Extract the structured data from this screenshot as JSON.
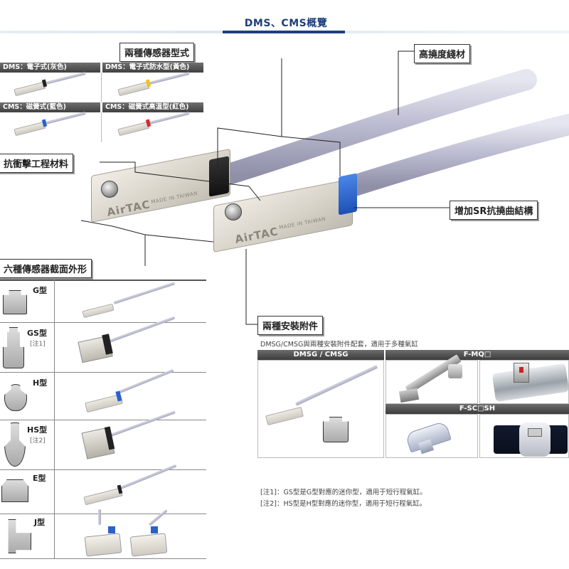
{
  "header": {
    "title": "DMS、CMS概覽"
  },
  "callouts": {
    "two_types": "兩種傳感器型式",
    "flex_cable": "高撓度綫材",
    "impact": "抗衝擊工程材料",
    "sr": "增加SR抗撓曲結構",
    "six_shapes": "六種傳感器截面外形",
    "two_accessories": "兩種安裝附件"
  },
  "sensor_grid": {
    "cells": [
      {
        "label": "DMS：電子式(灰色)",
        "band_color": "#222222"
      },
      {
        "label": "DMS：電子式防水型(黃色)",
        "band_color": "#f2c21a"
      },
      {
        "label": "CMS：磁簧式(藍色)",
        "band_color": "#2a62c9"
      },
      {
        "label": "CMS：磁簧式高溫型(紅色)",
        "band_color": "#d62a2a"
      }
    ]
  },
  "product": {
    "brand": "AirTAC",
    "made_in": "MADE IN TAIWAN"
  },
  "shapes": [
    {
      "label": "G型",
      "note": ""
    },
    {
      "label": "GS型",
      "note": "[注1]"
    },
    {
      "label": "H型",
      "note": ""
    },
    {
      "label": "HS型",
      "note": "[注2]"
    },
    {
      "label": "E型",
      "note": ""
    },
    {
      "label": "J型",
      "note": ""
    }
  ],
  "accessories": {
    "subtitle": "DMSG/CMSG與兩種安裝附件配套，適用于多種氣缸",
    "headers": [
      "DMSG / CMSG",
      "F-MQ□",
      "F-SC□SH"
    ]
  },
  "notes": [
    "[注1]：GS型是G型對應的迷你型，適用于短行程氣缸。",
    "[注2]：HS型是H型對應的迷你型，適用于短行程氣缸。"
  ],
  "colors": {
    "accent": "#1e3f7f",
    "blue_band": "#2a62c9"
  }
}
